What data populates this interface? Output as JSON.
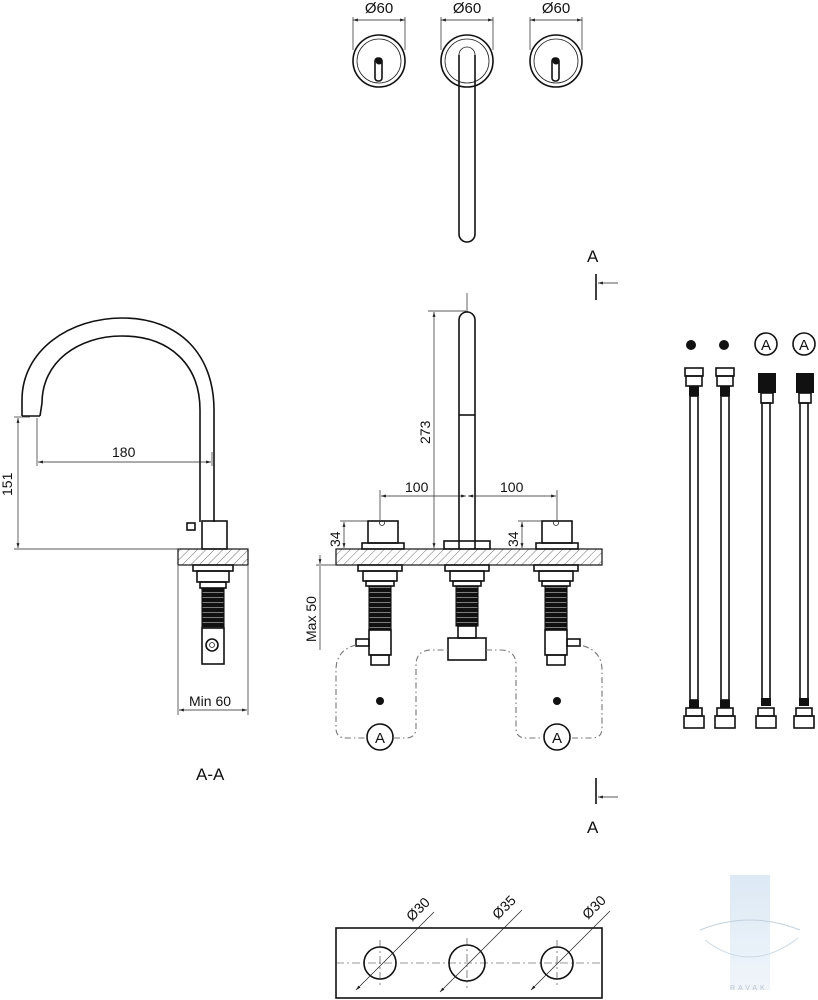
{
  "top_view": {
    "dia_left": "Ø60",
    "dia_center": "Ø60",
    "dia_right": "Ø60"
  },
  "section_marks": {
    "top": "A",
    "bottom": "A"
  },
  "side_view": {
    "reach": "180",
    "height": "151",
    "min_thickness": "Min 60",
    "title": "A-A"
  },
  "front_view": {
    "spout_height": "273",
    "spacing_left": "100",
    "spacing_right": "100",
    "handle_left": "34",
    "handle_right": "34",
    "max_deck": "Max 50",
    "connector_left": "A",
    "connector_right": "A"
  },
  "hoses": {
    "label_1": "A",
    "label_2": "A"
  },
  "cutout": {
    "dia_left": "Ø30",
    "dia_center": "Ø35",
    "dia_right": "Ø30"
  },
  "watermark": {
    "text": "RAVAK"
  }
}
